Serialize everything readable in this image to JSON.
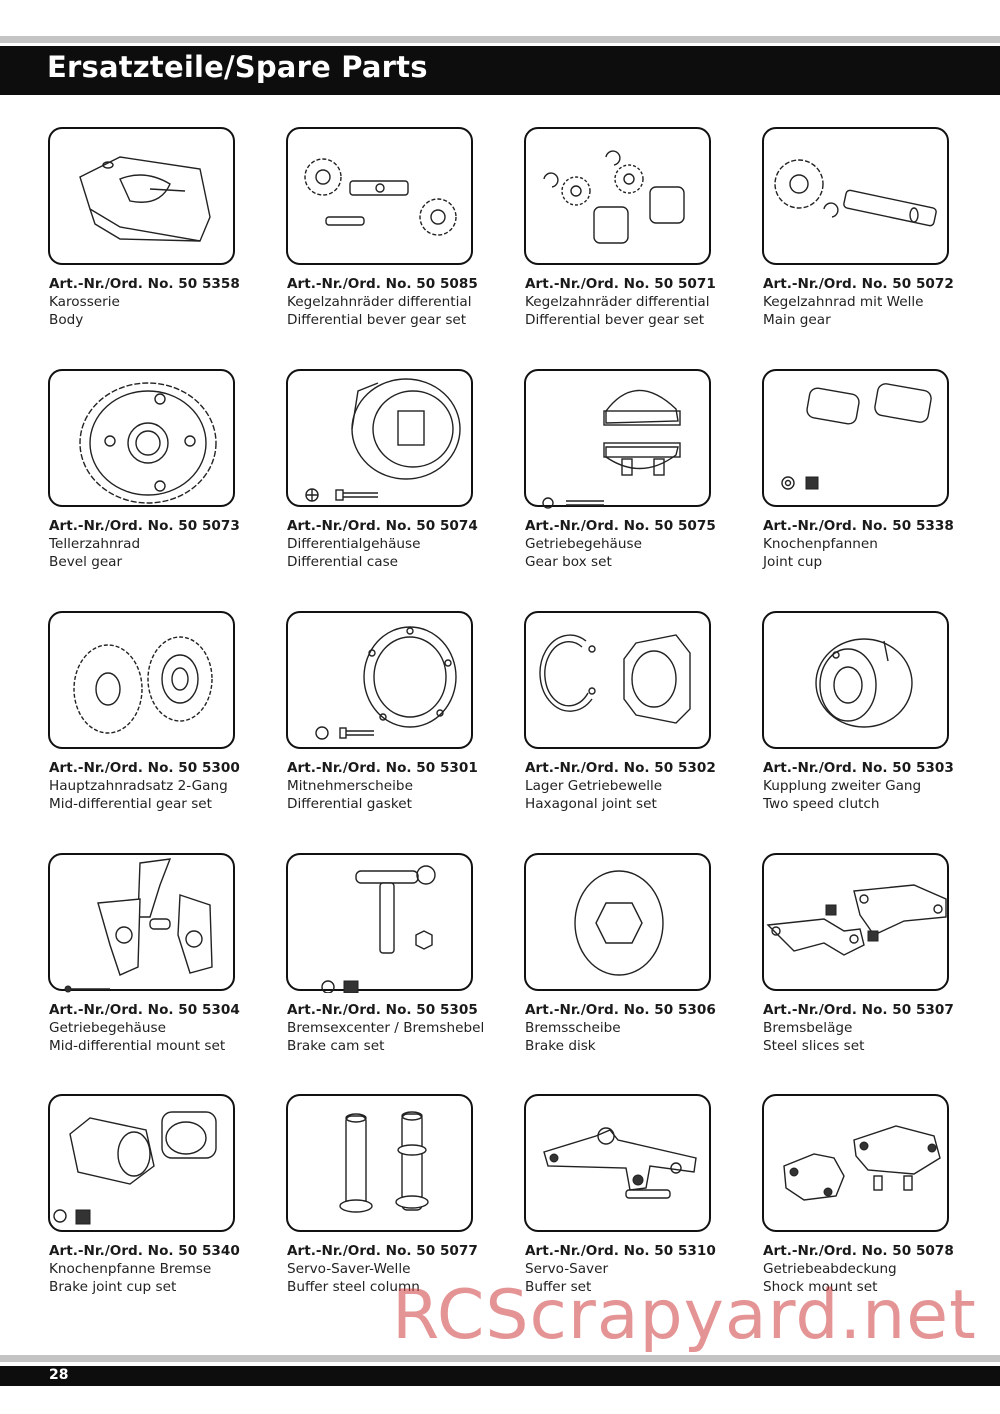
{
  "header": {
    "title": "Ersatzteile/Spare Parts"
  },
  "footer": {
    "page_number": "28"
  },
  "watermark": {
    "text": "RCScrapyard.net"
  },
  "parts": [
    {
      "art": "Art.-Nr./Ord. No. 50 5358",
      "de": "Karosserie",
      "en": "Body"
    },
    {
      "art": "Art.-Nr./Ord. No. 50 5085",
      "de": "Kegelzahnräder differential",
      "en": "Differential bever gear set"
    },
    {
      "art": "Art.-Nr./Ord. No. 50 5071",
      "de": "Kegelzahnräder differential",
      "en": "Differential bever gear set"
    },
    {
      "art": "Art.-Nr./Ord. No. 50 5072",
      "de": "Kegelzahnrad mit Welle",
      "en": "Main gear"
    },
    {
      "art": "Art.-Nr./Ord. No. 50 5073",
      "de": "Tellerzahnrad",
      "en": "Bevel gear"
    },
    {
      "art": "Art.-Nr./Ord. No. 50 5074",
      "de": "Differentialgehäuse",
      "en": "Differential case"
    },
    {
      "art": "Art.-Nr./Ord. No. 50 5075",
      "de": "Getriebegehäuse",
      "en": "Gear box set"
    },
    {
      "art": "Art.-Nr./Ord. No. 50 5338",
      "de": "Knochenpfannen",
      "en": "Joint cup"
    },
    {
      "art": "Art.-Nr./Ord. No. 50 5300",
      "de": "Hauptzahnradsatz 2-Gang",
      "en": "Mid-differential gear set"
    },
    {
      "art": "Art.-Nr./Ord. No. 50 5301",
      "de": "Mitnehmerscheibe",
      "en": "Differential gasket"
    },
    {
      "art": "Art.-Nr./Ord. No. 50 5302",
      "de": "Lager Getriebewelle",
      "en": "Haxagonal joint set"
    },
    {
      "art": "Art.-Nr./Ord. No. 50 5303",
      "de": "Kupplung zweiter Gang",
      "en": "Two speed clutch"
    },
    {
      "art": "Art.-Nr./Ord. No. 50 5304",
      "de": "Getriebegehäuse",
      "en": "Mid-differential mount set"
    },
    {
      "art": "Art.-Nr./Ord. No. 50 5305",
      "de": "Bremsexcenter / Bremshebel",
      "en": "Brake cam set"
    },
    {
      "art": "Art.-Nr./Ord. No. 50 5306",
      "de": "Bremsscheibe",
      "en": "Brake disk"
    },
    {
      "art": "Art.-Nr./Ord. No. 50 5307",
      "de": "Bremsbeläge",
      "en": "Steel slices set"
    },
    {
      "art": "Art.-Nr./Ord. No. 50 5340",
      "de": "Knochenpfanne Bremse",
      "en": "Brake joint cup set"
    },
    {
      "art": "Art.-Nr./Ord. No. 50 5077",
      "de": "Servo-Saver-Welle",
      "en": "Buffer steel column"
    },
    {
      "art": "Art.-Nr./Ord. No. 50 5310",
      "de": "Servo-Saver",
      "en": "Buffer set"
    },
    {
      "art": "Art.-Nr./Ord. No. 50 5078",
      "de": "Getriebeabdeckung",
      "en": "Shock mount set"
    }
  ]
}
